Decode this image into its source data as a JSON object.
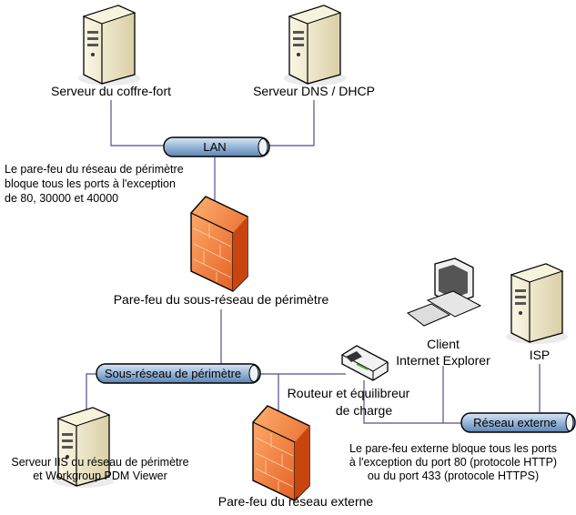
{
  "nodes": {
    "vault_server": {
      "label": "Serveur du coffre-fort",
      "icon": "server-tower-icon"
    },
    "dns_server": {
      "label": "Serveur DNS / DHCP",
      "icon": "server-tower-icon"
    },
    "perimeter_firewall": {
      "label": "Pare-feu du sous-réseau de périmètre",
      "icon": "firewall-icon"
    },
    "iis_server": {
      "label_line1": "Serveur IIS du réseau de périmètre",
      "label_line2": "et Workgroup PDM Viewer",
      "icon": "server-tower-icon"
    },
    "external_firewall": {
      "label": "Pare-feu du réseau externe",
      "icon": "firewall-icon"
    },
    "router": {
      "label_line1": "Routeur et équilibreur",
      "label_line2": "de charge",
      "icon": "router-icon"
    },
    "client": {
      "label_line1": "Client",
      "label_line2": "Internet Explorer",
      "icon": "desktop-computer-icon"
    },
    "isp": {
      "label": "ISP",
      "icon": "server-tower-icon"
    }
  },
  "networks": {
    "lan": "LAN",
    "perimeter": "Sous-réseau de périmètre",
    "external": "Réseau externe"
  },
  "notes": {
    "perimeter": [
      "Le pare-feu du réseau de périmètre",
      "bloque tous les ports à l'exception",
      "de 80, 30000 et 40000"
    ],
    "external": [
      "Le pare-feu externe bloque tous les ports",
      "à l'exception du port 80 (protocole HTTP)",
      "ou du port 433 (protocole HTTPS)"
    ]
  },
  "colors": {
    "wire": "#4f4f8f",
    "pipe": "#8fb0d4",
    "firewall": "#f07a30",
    "server": "#efe6c4"
  }
}
